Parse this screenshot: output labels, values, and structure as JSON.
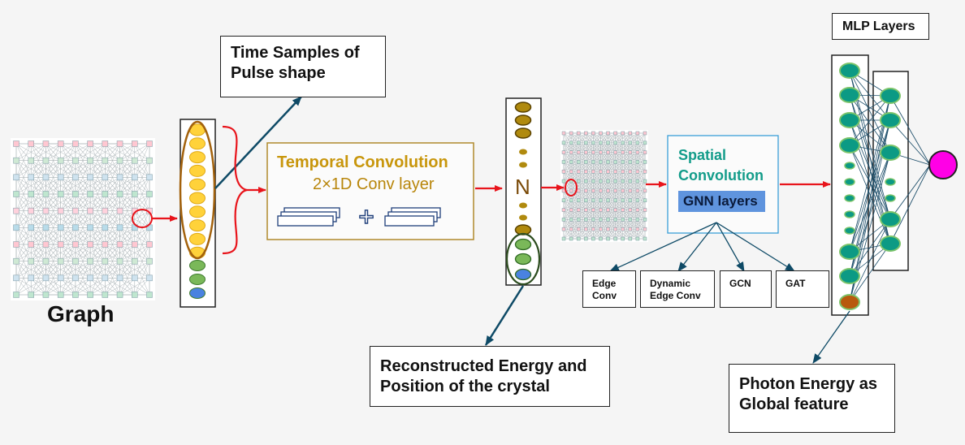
{
  "graph_label": "Graph",
  "time_samples_label": "Time Samples of Pulse shape",
  "temporal": {
    "title": "Temporal Convolution",
    "subtitle": "2×1D Conv layer"
  },
  "n_label": "N",
  "reconstructed_label": "Reconstructed Energy and Position of the crystal",
  "spatial": {
    "title": "Spatial Convolution",
    "gnn": "GNN layers"
  },
  "gnn_variants": [
    "Edge Conv",
    "Dynamic Edge Conv",
    "GCN",
    "GAT"
  ],
  "mlp_label": "MLP Layers",
  "photon_label": "Photon Energy as Global feature",
  "colors": {
    "arrow_red": "#e8141b",
    "arrow_dark": "#0e4a66",
    "temporal_gold": "#c8960c",
    "spatial_teal": "#139c8a",
    "gnn_highlight": "#5f94de",
    "output_magenta": "#ff00e6",
    "mlp_node": "#0c9a84",
    "pulse_yellow": "#ffd23a",
    "feature_green": "#7ab859",
    "feature_blue": "#4a82e0"
  }
}
